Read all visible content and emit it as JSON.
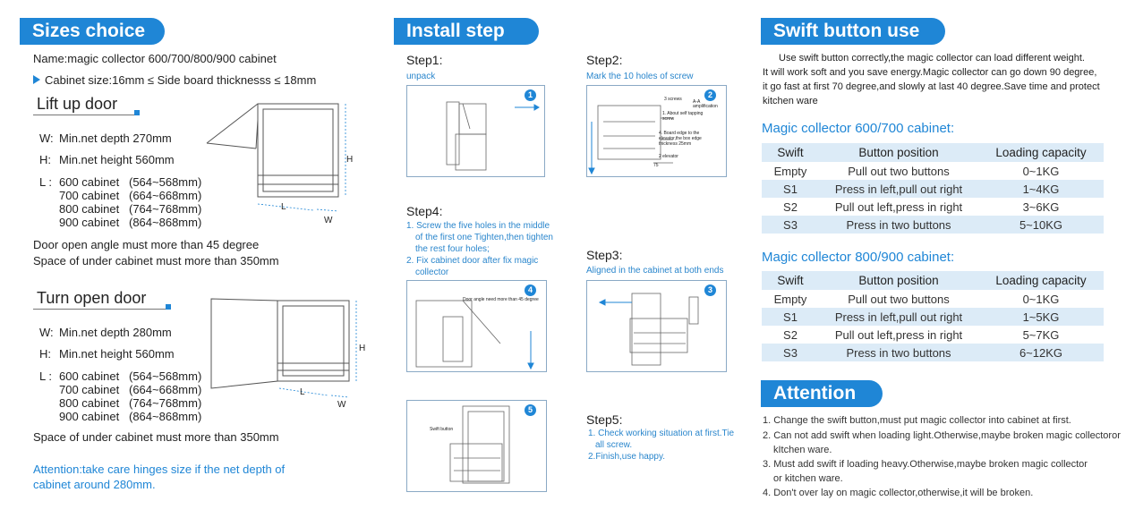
{
  "col1": {
    "header": "Sizes choice",
    "name_line": "Name:magic collector 600/700/800/900 cabinet",
    "cabinet_size": "Cabinet size:16mm ≤ Side board thicknesss ≤ 18mm",
    "lift": {
      "title": "Lift up door",
      "w_key": "W:",
      "w_val": "Min.net depth 270mm",
      "h_key": "H:",
      "h_val": "Min.net height 560mm",
      "l_key": "L :",
      "sizes": [
        {
          "cab": "600 cabinet",
          "range": "(564~568mm)"
        },
        {
          "cab": "700 cabinet",
          "range": "(664~668mm)"
        },
        {
          "cab": "800 cabinet",
          "range": "(764~768mm)"
        },
        {
          "cab": "900 cabinet",
          "range": "(864~868mm)"
        }
      ],
      "note1": "Door open angle must more than 45 degree",
      "note2": "Space of under cabinet must more than 350mm",
      "diag_h": "H",
      "diag_l": "L",
      "diag_w": "W"
    },
    "turn": {
      "title": "Turn open door",
      "w_key": "W:",
      "w_val": "Min.net depth 280mm",
      "h_key": "H:",
      "h_val": "Min.net height 560mm",
      "l_key": "L :",
      "sizes": [
        {
          "cab": "600 cabinet",
          "range": "(564~568mm)"
        },
        {
          "cab": "700 cabinet",
          "range": "(664~668mm)"
        },
        {
          "cab": "800 cabinet",
          "range": "(764~768mm)"
        },
        {
          "cab": "900 cabinet",
          "range": "(864~868mm)"
        }
      ],
      "note": "Space of under cabinet must more than 350mm",
      "diag_h": "H",
      "diag_l": "L",
      "diag_w": "W"
    },
    "attention1": "Attention:take care hinges size if the net depth of",
    "attention2": "cabinet around 280mm."
  },
  "col2": {
    "header": "Install step",
    "step1": {
      "title": "Step1:",
      "desc": "unpack",
      "num": "1"
    },
    "step2": {
      "title": "Step2:",
      "desc": "Mark the 10 holes of screw",
      "num": "2",
      "lbl_screws": "3 screws",
      "lbl_amp": "A-A amplification",
      "lbl_self": "1. About self tapping screw",
      "lbl_board": "4. Board edge to the elevator,the box edge thickness 25mm",
      "lbl_elev": "2 elevator",
      "lbl_75": "75"
    },
    "step3": {
      "title": "Step3:",
      "desc": "Aligned in the cabinet at both ends",
      "num": "3"
    },
    "step4": {
      "title": "Step4:",
      "items": [
        "1. Screw the five holes in the middle",
        "of the first one Tighten,then tighten",
        "the rest four holes;",
        "2. Fix cabinet door after fix magic",
        "collector"
      ],
      "num": "4",
      "lbl_door": "Door angle need more than 45 degree"
    },
    "step5": {
      "title": "Step5:",
      "items": [
        "1. Check working situation at first.Tie",
        "all screw.",
        "2.Finish,use happy."
      ],
      "num": "5",
      "lbl_swift": "Swift button"
    }
  },
  "col3": {
    "header": "Swift button use",
    "intro": [
      "Use swift button correctly,the magic collector can load different weight.",
      "It will work soft and you save energy.Magic collector can go down 90 degree,",
      "it go fast at first 70 degree,and slowly at last 40 degree.Save time and protect",
      "kitchen ware"
    ],
    "table1": {
      "title": "Magic collector 600/700 cabinet:",
      "headers": [
        "Swift",
        "Button position",
        "Loading capacity"
      ],
      "rows": [
        [
          "Empty",
          "Pull out two buttons",
          "0~1KG"
        ],
        [
          "S1",
          "Press in left,pull out right",
          "1~4KG"
        ],
        [
          "S2",
          "Pull out left,press in right",
          "3~6KG"
        ],
        [
          "S3",
          "Press in two buttons",
          "5~10KG"
        ]
      ]
    },
    "table2": {
      "title": "Magic collector 800/900 cabinet:",
      "headers": [
        "Swift",
        "Button position",
        "Loading capacity"
      ],
      "rows": [
        [
          "Empty",
          "Pull out two buttons",
          "0~1KG"
        ],
        [
          "S1",
          "Press in left,pull out right",
          "1~5KG"
        ],
        [
          "S2",
          "Pull out left,press in right",
          "5~7KG"
        ],
        [
          "S3",
          "Press in two buttons",
          "6~12KG"
        ]
      ]
    },
    "attention_header": "Attention",
    "attention_items": [
      "1. Change the swift button,must put magic collector into cabinet at first.",
      "2. Can not add swift when loading light.Otherwise,maybe broken magic collectoror",
      "kItchen ware.",
      "3. Must add swift if loading heavy.Otherwise,maybe broken magic collector",
      "or kitchen ware.",
      "4. Don't over lay on magic collector,otherwise,it will be broken."
    ]
  }
}
